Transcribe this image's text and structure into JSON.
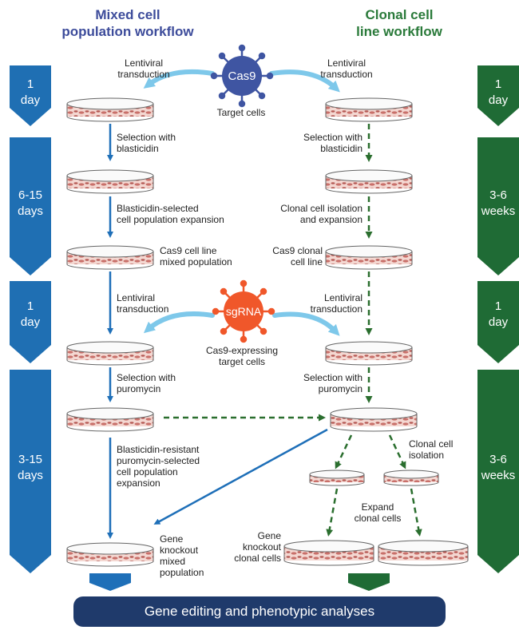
{
  "headers": {
    "left": "Mixed cell\npopulation workflow",
    "right": "Clonal cell\nline workflow"
  },
  "timeline_left": [
    "1\nday",
    "6-15\ndays",
    "1\nday",
    "3-15\ndays"
  ],
  "timeline_right": [
    "1\nday",
    "3-6\nweeks",
    "1\nday",
    "3-6\nweeks"
  ],
  "virus": {
    "cas9": "Cas9",
    "sgrna": "sgRNA"
  },
  "labels": {
    "lenti_left_1": "Lentiviral\ntransduction",
    "lenti_right_1": "Lentiviral\ntransduction",
    "target_cells": "Target cells",
    "sel_blast_left": "Selection with\nblasticidin",
    "sel_blast_right": "Selection with\nblasticidin",
    "blast_expansion": "Blasticidin-selected\ncell population expansion",
    "clonal_isolation_expansion": "Clonal cell isolation\nand expansion",
    "cas9_mixed": "Cas9 cell line\nmixed population",
    "cas9_clonal": "Cas9 clonal\ncell line",
    "lenti_left_2": "Lentiviral\ntransduction",
    "lenti_right_2": "Lentiviral\ntransduction",
    "cas9_expressing": "Cas9-expressing\ntarget cells",
    "sel_puro_left": "Selection with\npuromycin",
    "sel_puro_right": "Selection with\npuromycin",
    "blast_resistant": "Blasticidin-resistant\npuromycin-selected\ncell population\nexpansion",
    "clonal_isolation": "Clonal cell\nisolation",
    "expand_clonal": "Expand\nclonal cells",
    "gene_ko_mixed": "Gene\nknockout\nmixed\npopulation",
    "gene_ko_clonal": "Gene\nknockout\nclonal cells"
  },
  "banner": "Gene editing and phenotypic analyses",
  "colors": {
    "blue_band": "#1f6fb3",
    "green_band": "#1f6b35",
    "arrow_blue": "#1e6fb8",
    "arrow_green": "#2a6e2e",
    "transduce_arrow": "#7ec8ea",
    "cas9_virus": "#3f55a2",
    "sgrna_virus": "#f0572a",
    "banner": "#1f3a6b"
  }
}
